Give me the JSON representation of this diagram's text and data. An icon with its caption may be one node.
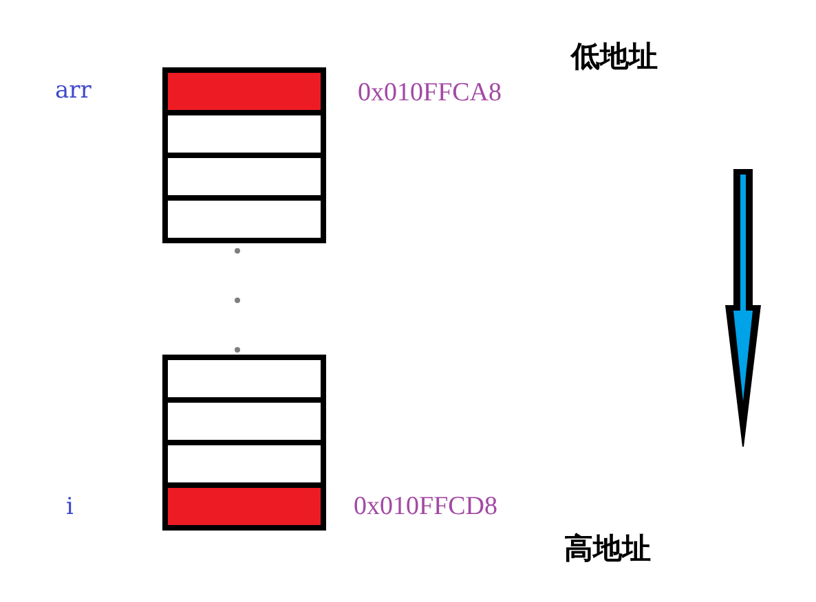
{
  "diagram": {
    "nodes": [
      {
        "text": [],
        "shape": "box",
        "beside": [
          "arr",
          "0x010FFCA8"
        ]
      },
      {
        "text": [],
        "shape": "box"
      },
      {
        "text": [],
        "shape": "box"
      },
      {
        "text": [],
        "shape": "box"
      },
      {
        "text": [],
        "shape": "box"
      },
      {
        "text": [],
        "shape": "box"
      },
      {
        "text": [],
        "shape": "box"
      },
      {
        "text": [],
        "shape": "box",
        "beside": [
          "i",
          "0x010FFCD8"
        ]
      }
    ],
    "labels": [
      "低地址",
      "高地址"
    ]
  }
}
